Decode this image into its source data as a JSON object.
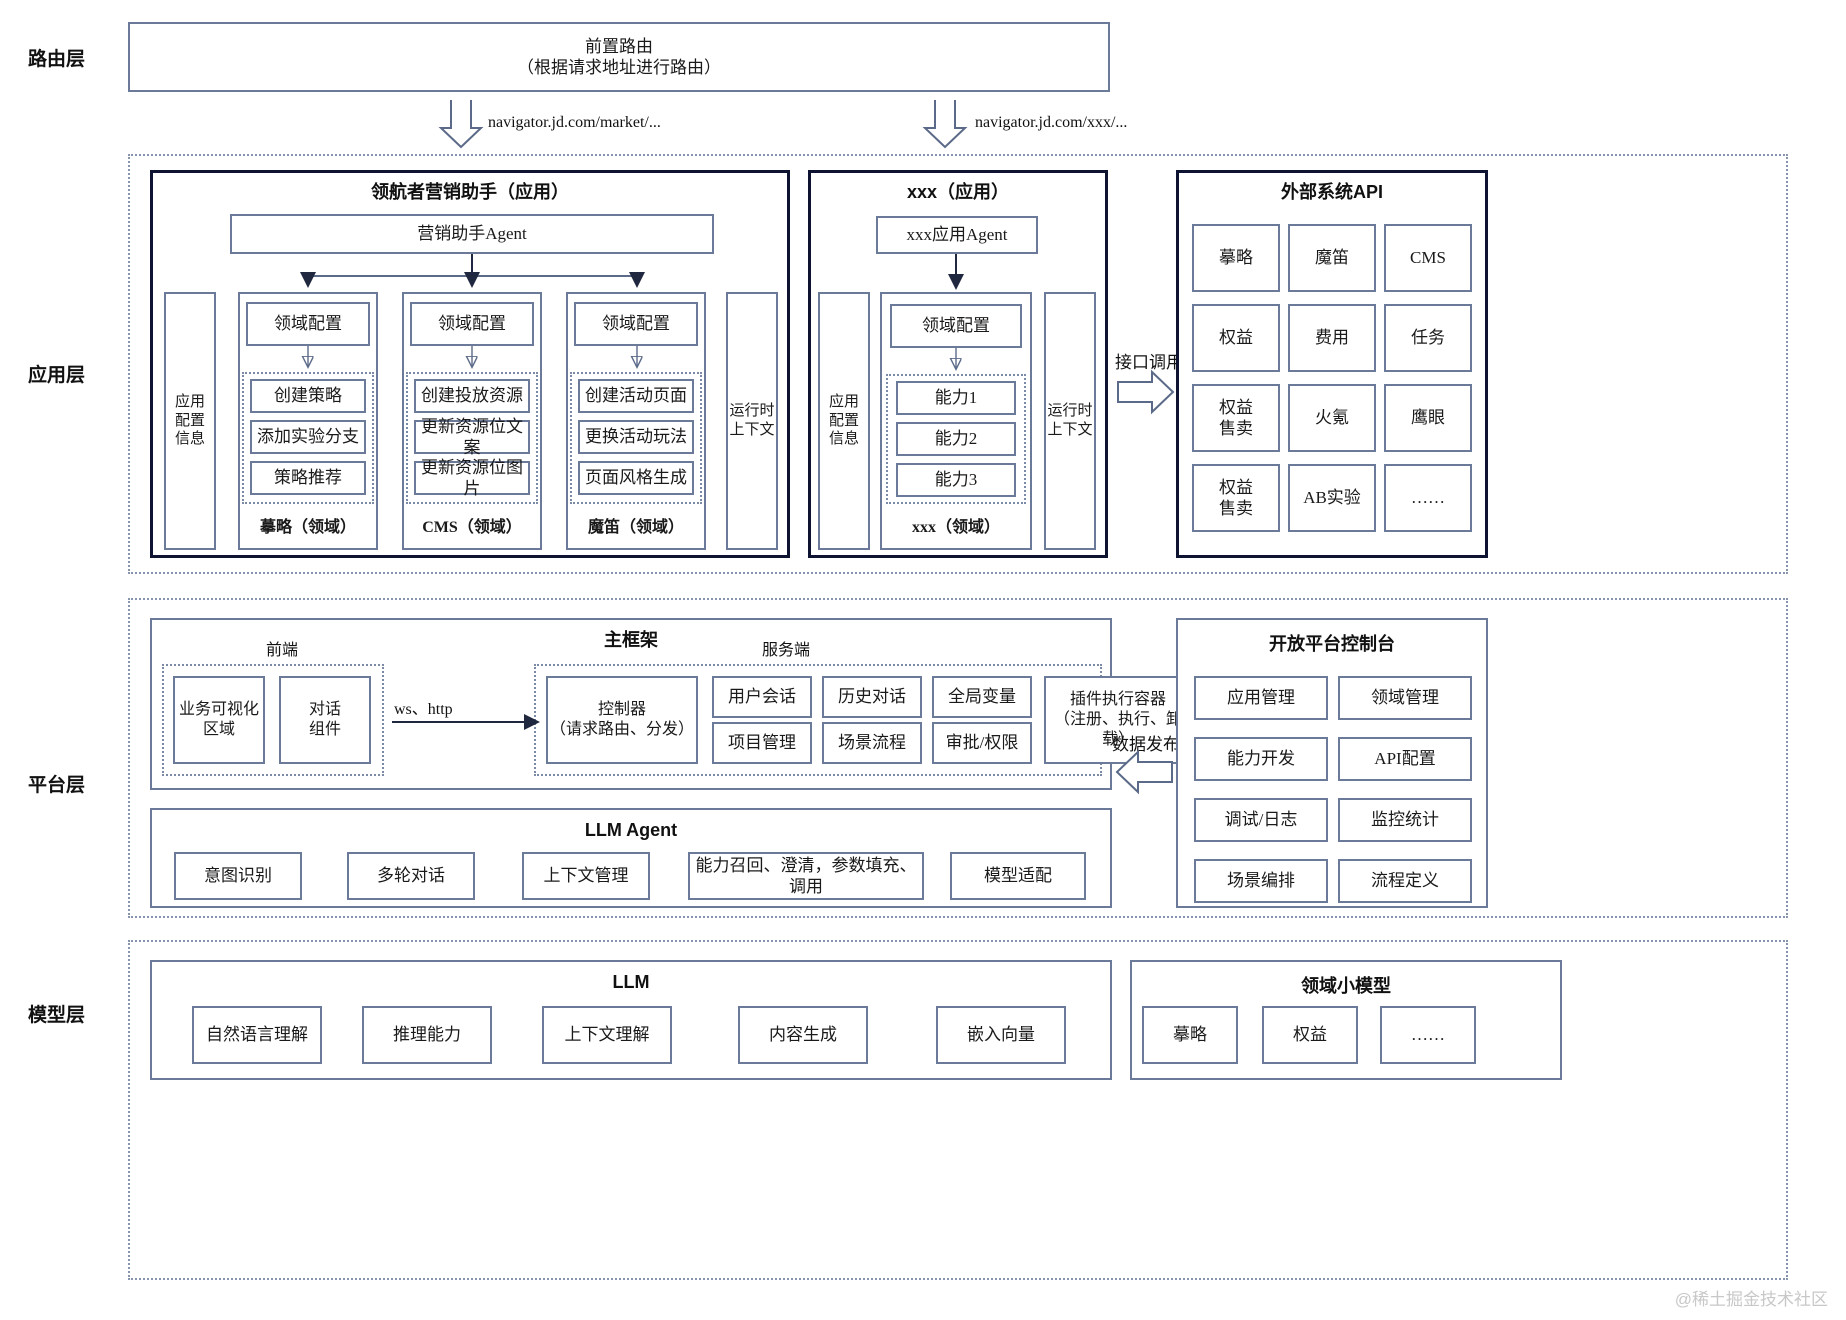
{
  "layers": {
    "routing": "路由层",
    "application": "应用层",
    "platform": "平台层",
    "model": "模型层"
  },
  "routing": {
    "title": "前置路由",
    "subtitle": "（根据请求地址进行路由）",
    "arrow_left_label": "navigator.jd.com/market/...",
    "arrow_right_label": "navigator.jd.com/xxx/..."
  },
  "app_layer": {
    "main_app": {
      "title": "领航者营销助手（应用）",
      "agent": "营销助手Agent",
      "config_box": "应用\n配置\n信息",
      "config_lines": [
        "应用",
        "配置",
        "信息"
      ],
      "runtime_lines": [
        "运行时",
        "上下文"
      ],
      "domains": [
        {
          "config": "领域配置",
          "capabilities": [
            "创建策略",
            "添加实验分支",
            "策略推荐"
          ],
          "name": "摹略（领域）"
        },
        {
          "config": "领域配置",
          "capabilities": [
            "创建投放资源",
            "更新资源位文案",
            "更新资源位图片"
          ],
          "name": "CMS（领域）"
        },
        {
          "config": "领域配置",
          "capabilities": [
            "创建活动页面",
            "更换活动玩法",
            "页面风格生成"
          ],
          "name": "魔笛（领域）"
        }
      ]
    },
    "xxx_app": {
      "title": "xxx（应用）",
      "agent": "xxx应用Agent",
      "config_lines": [
        "应用",
        "配置",
        "信息"
      ],
      "runtime_lines": [
        "运行时",
        "上下文"
      ],
      "domain": {
        "config": "领域配置",
        "capabilities": [
          "能力1",
          "能力2",
          "能力3"
        ],
        "name": "xxx（领域）"
      }
    },
    "interface_call_label": "接口调用",
    "external_api": {
      "title": "外部系统API",
      "items": [
        "摹略",
        "魔笛",
        "CMS",
        "权益",
        "费用",
        "任务",
        "权益\n售卖",
        "火氪",
        "鹰眼",
        "权益\n售卖",
        "AB实验",
        "……"
      ]
    }
  },
  "platform_layer": {
    "main_framework": {
      "title": "主框架",
      "frontend_label": "前端",
      "server_label": "服务端",
      "frontend_items": [
        [
          "业务可视化",
          "区域"
        ],
        [
          "对话",
          "组件"
        ]
      ],
      "protocol_label": "ws、http",
      "controller": [
        "控制器",
        "（请求路由、分发）"
      ],
      "server_grid": [
        [
          "用户会话",
          "历史对话",
          "全局变量"
        ],
        [
          "项目管理",
          "场景流程",
          "审批/权限"
        ]
      ],
      "plugin_container": [
        "插件执行容器",
        "（注册、执行、卸载）"
      ]
    },
    "llm_agent": {
      "title": "LLM Agent",
      "items": [
        "意图识别",
        "多轮对话",
        "上下文管理",
        "能力召回、澄清，参数填充、调用",
        "模型适配"
      ]
    },
    "data_publish_label": "数据发布",
    "console": {
      "title": "开放平台控制台",
      "items": [
        "应用管理",
        "领域管理",
        "能力开发",
        "API配置",
        "调试/日志",
        "监控统计",
        "场景编排",
        "流程定义"
      ]
    }
  },
  "model_layer": {
    "llm": {
      "title": "LLM",
      "items": [
        "自然语言理解",
        "推理能力",
        "上下文理解",
        "内容生成",
        "嵌入向量"
      ]
    },
    "domain_models": {
      "title": "领域小模型",
      "items": [
        "摹略",
        "权益",
        "……"
      ]
    }
  },
  "watermark": "@稀土掘金技术社区",
  "colors": {
    "box_border": "#6b7a99",
    "thick_border": "#0d1330",
    "dashed_border": "#8794ad",
    "background": "#ffffff"
  }
}
